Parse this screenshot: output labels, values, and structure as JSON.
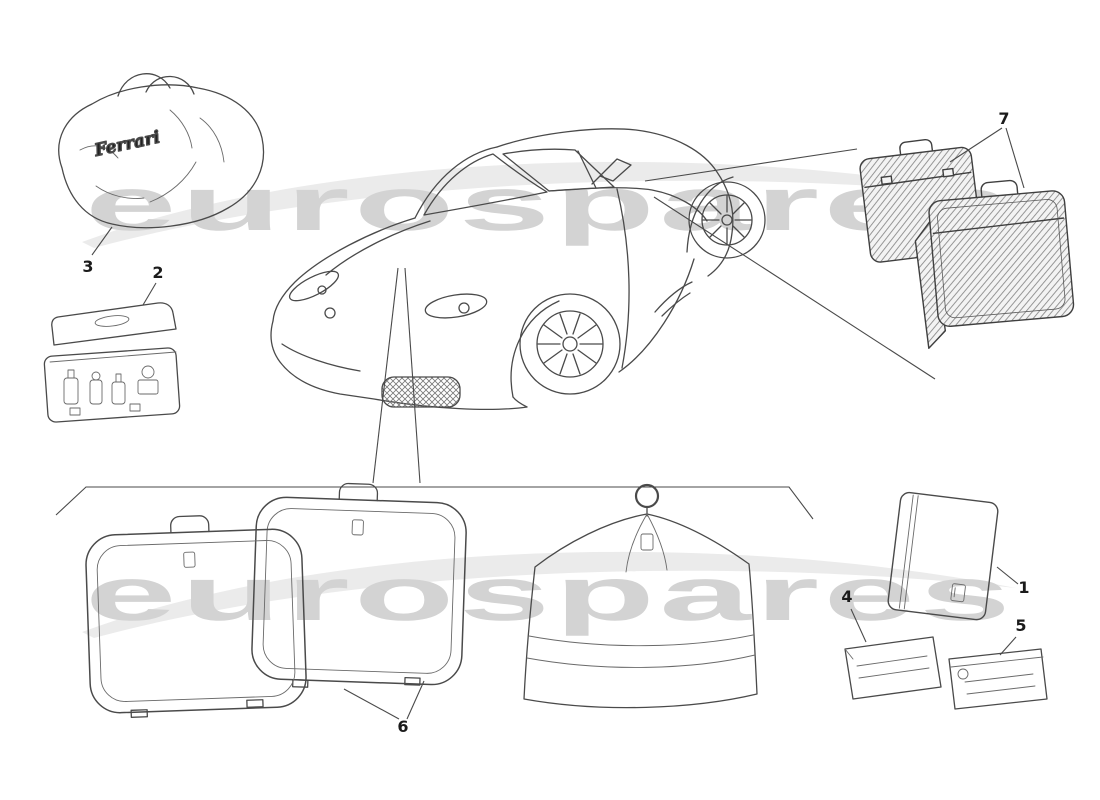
{
  "diagram": {
    "watermark": "eurospares",
    "cover_bag_brand": "Ferrari",
    "line_color": "#4a4a4a",
    "watermark_color": "#d3d3d3",
    "swoosh_color": "#ebebeb"
  },
  "callouts": [
    {
      "number": "1",
      "name": "documentation-folder"
    },
    {
      "number": "2",
      "name": "tool-kit-case"
    },
    {
      "number": "3",
      "name": "car-cover-bag"
    },
    {
      "number": "4",
      "name": "document-card"
    },
    {
      "number": "5",
      "name": "document-envelope"
    },
    {
      "number": "6",
      "name": "cabin-luggage-set"
    },
    {
      "number": "7",
      "name": "rear-shelf-luggage-set"
    }
  ]
}
